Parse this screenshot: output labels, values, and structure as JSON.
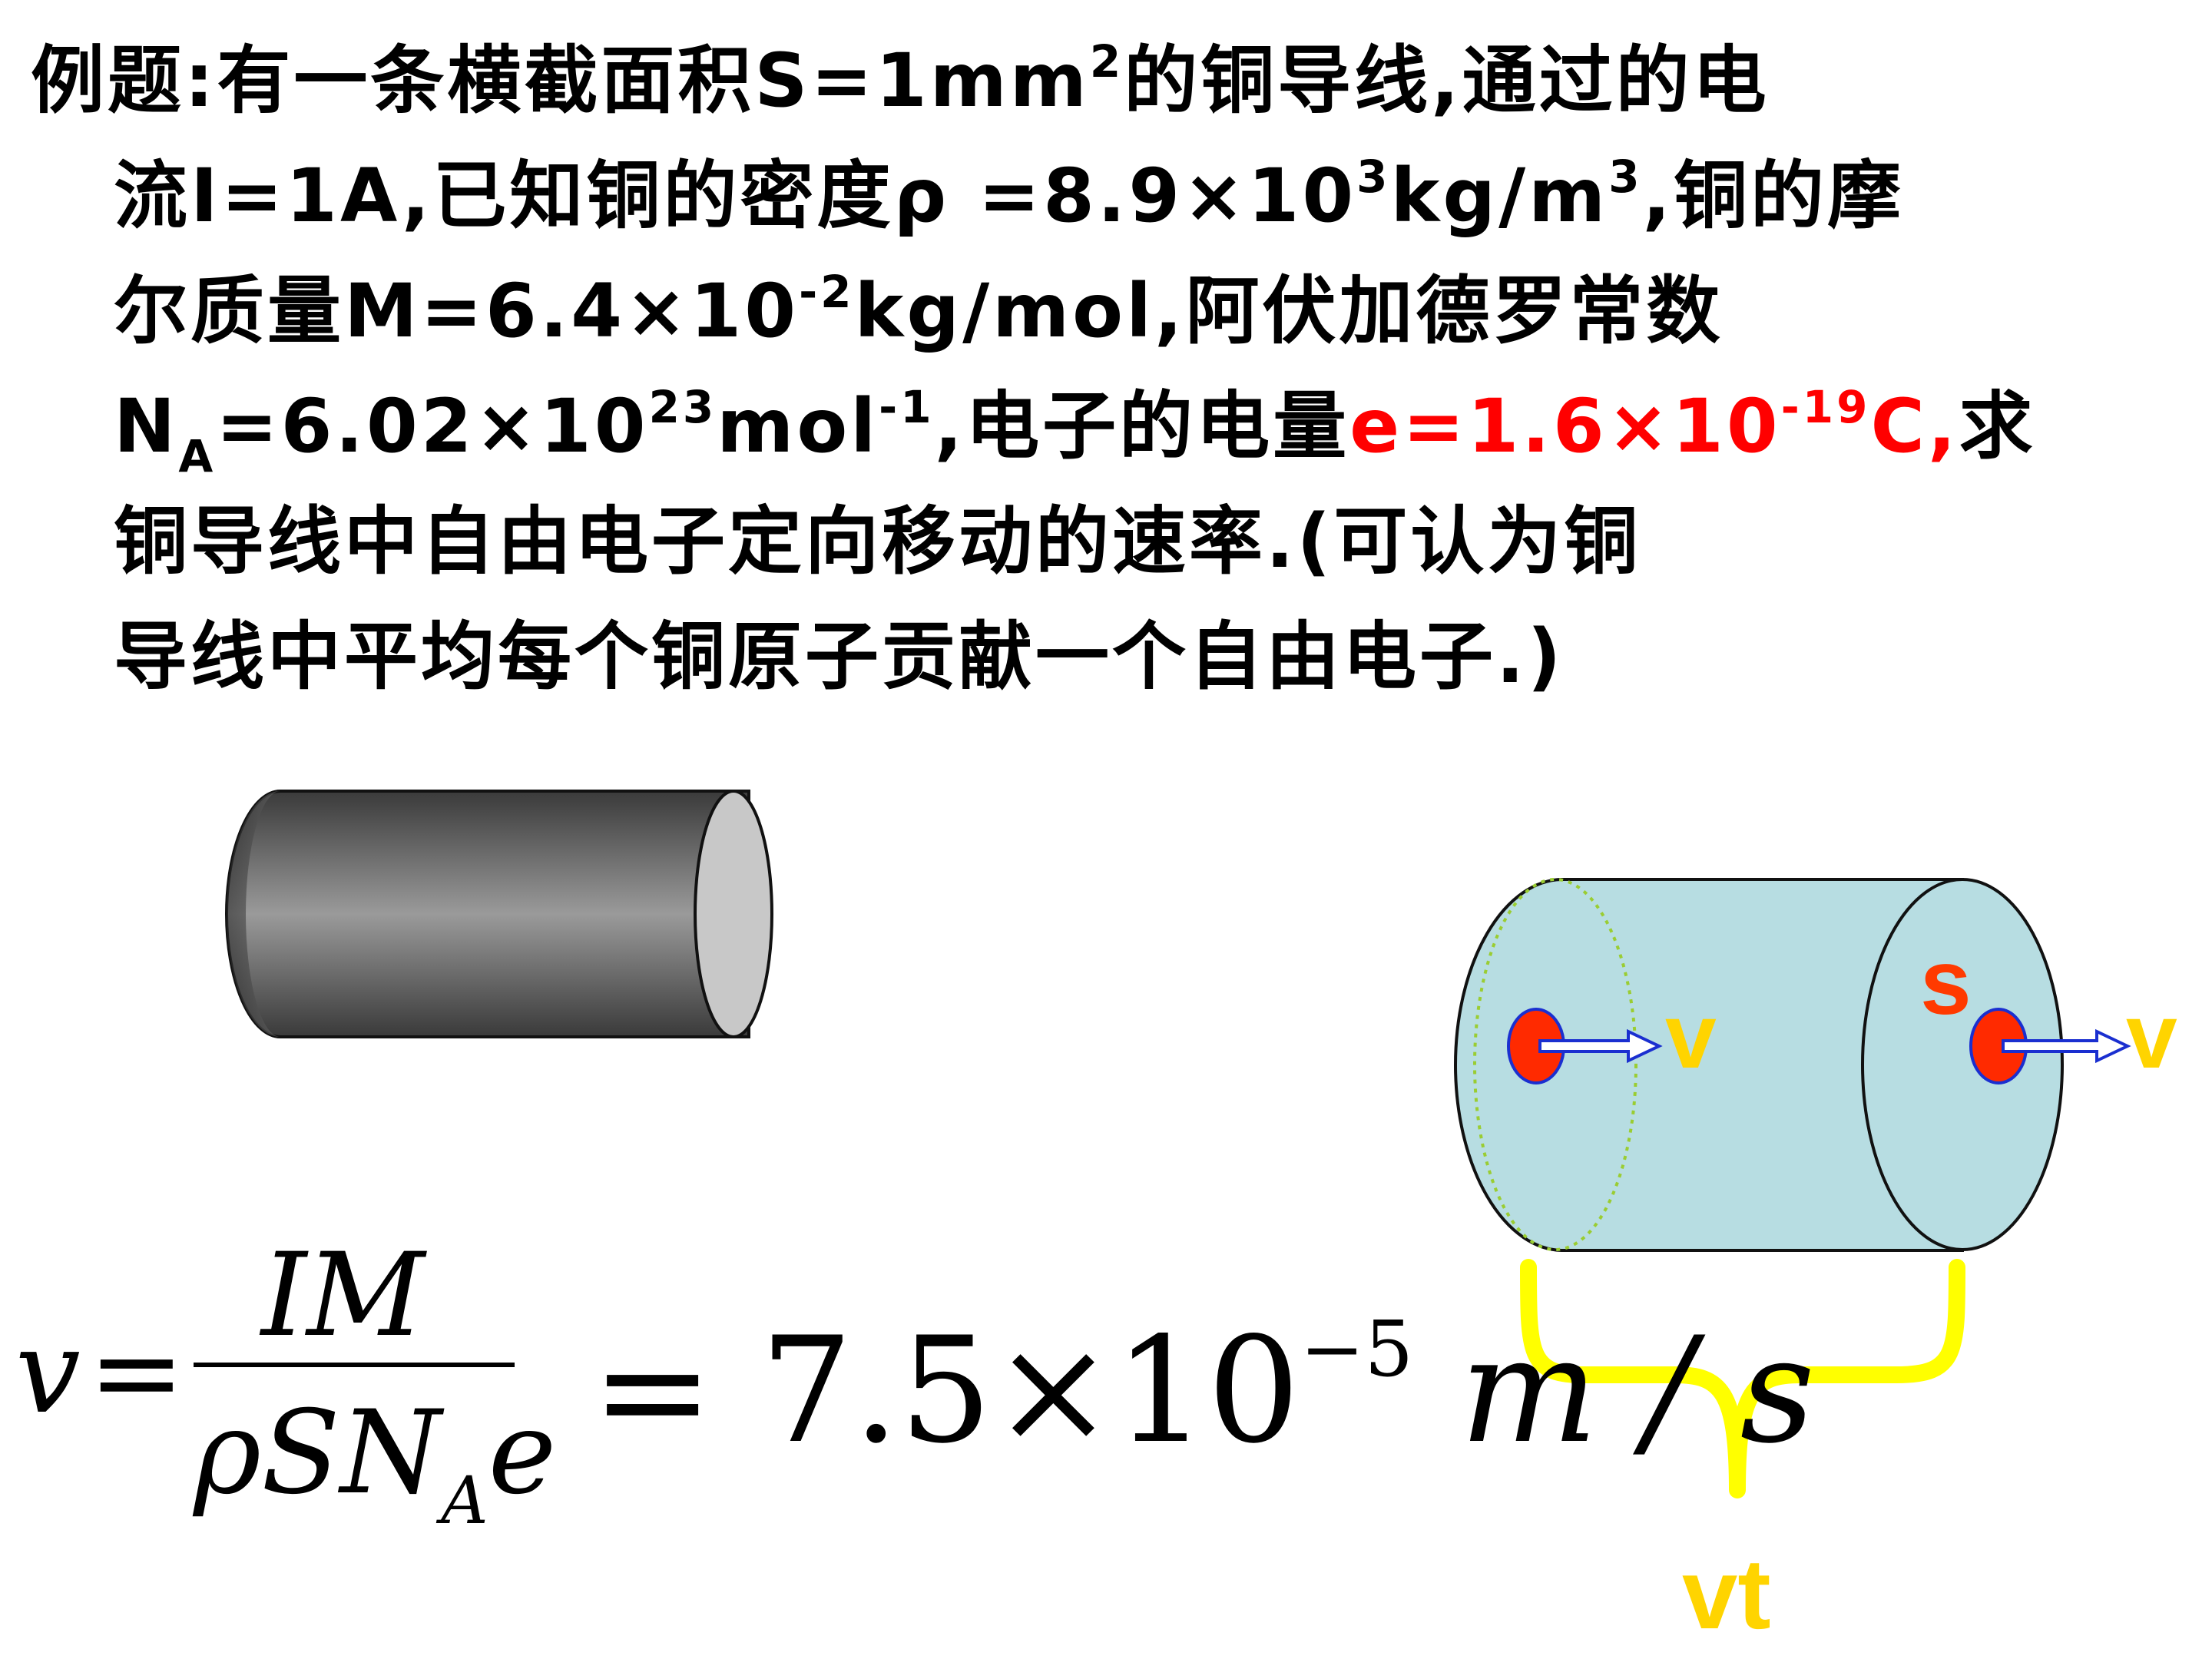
{
  "problem": {
    "line1": {
      "a": "例题:有一条横截面积S=1mm",
      "sup": "2",
      "b": "的铜导线,通过的电"
    },
    "line2": {
      "a": "流I=1A,已知铜的密度ρ =8.9×10",
      "sup1": "3",
      "b": "kg/m",
      "sup2": "3",
      "c": ",铜的摩"
    },
    "line3": {
      "a": "尔质量M=6.4×10",
      "sup": "-2",
      "b": "kg/mol,阿伏加德罗常数"
    },
    "line4": {
      "a": "N",
      "sub": "A",
      "b": "=6.02×10",
      "sup1": "23",
      "c": "mol",
      "sup2": "-1",
      "d": ",电子的电量",
      "red_a": "e=1.6×10",
      "red_sup": "-19",
      "red_b": "C,",
      "e": "求"
    },
    "line5": "铜导线中自由电子定向移动的速率.(可认为铜",
    "line6": "导线中平均每个铜原子贡献一个自由电子.)"
  },
  "diagram": {
    "label_v1": "v",
    "label_v2": "v",
    "label_s": "s",
    "label_vt": "vt"
  },
  "formula": {
    "lhs": "v",
    "eq": "=",
    "numerator": "IM",
    "den_a": "ρSN",
    "den_sub": "A",
    "den_b": "e",
    "res_a": "= 7.5×10",
    "res_sup": "−5",
    "res_b": "m / s"
  },
  "colors": {
    "rod_dark": "#3a3a3a",
    "rod_light": "#9a9a9a",
    "rod_cap": "#c8c8c8",
    "cylinder_fill": "#b7dde2",
    "electron": "#ff2a00",
    "arrow": "#1a2fd0",
    "label_yellow": "#ffd400",
    "label_red": "#ff3a00",
    "dotted": "#9acd32"
  }
}
